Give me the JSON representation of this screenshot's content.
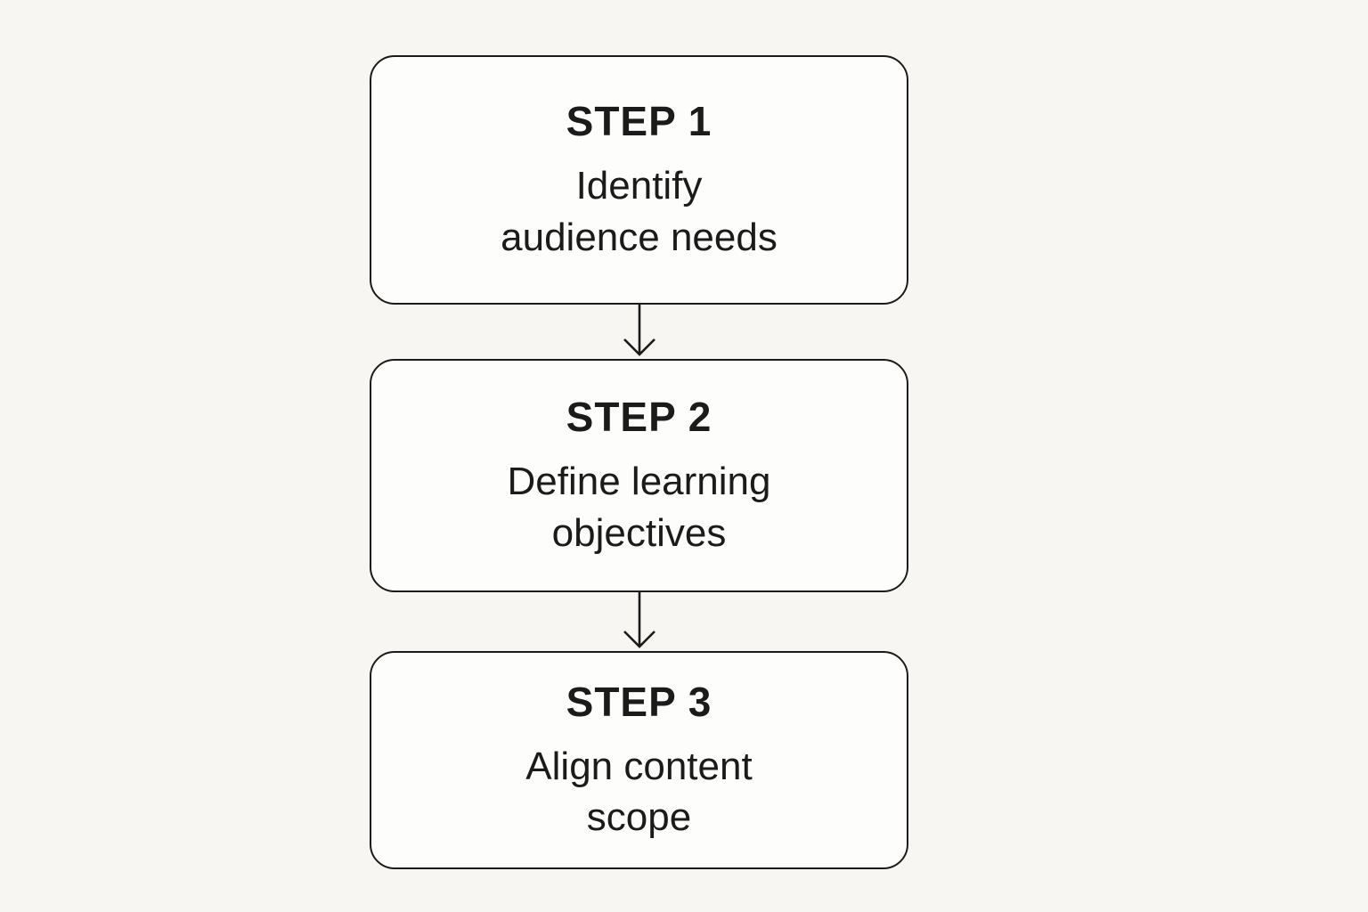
{
  "diagram": {
    "type": "flowchart",
    "direction": "top-down",
    "background_color": "#f7f6f3",
    "box_fill_color": "#fdfdfb",
    "border_color": "#1b1b1b",
    "text_color": "#1b1b1b",
    "steps": [
      {
        "label": "STEP 1",
        "description": "Identify\naudience needs"
      },
      {
        "label": "STEP 2",
        "description": "Define learning\nobjectives"
      },
      {
        "label": "STEP 3",
        "description": "Align content\nscope"
      }
    ],
    "connectors": [
      {
        "from": "STEP 1",
        "to": "STEP 2",
        "style": "arrow-down"
      },
      {
        "from": "STEP 2",
        "to": "STEP 3",
        "style": "arrow-down"
      }
    ]
  }
}
